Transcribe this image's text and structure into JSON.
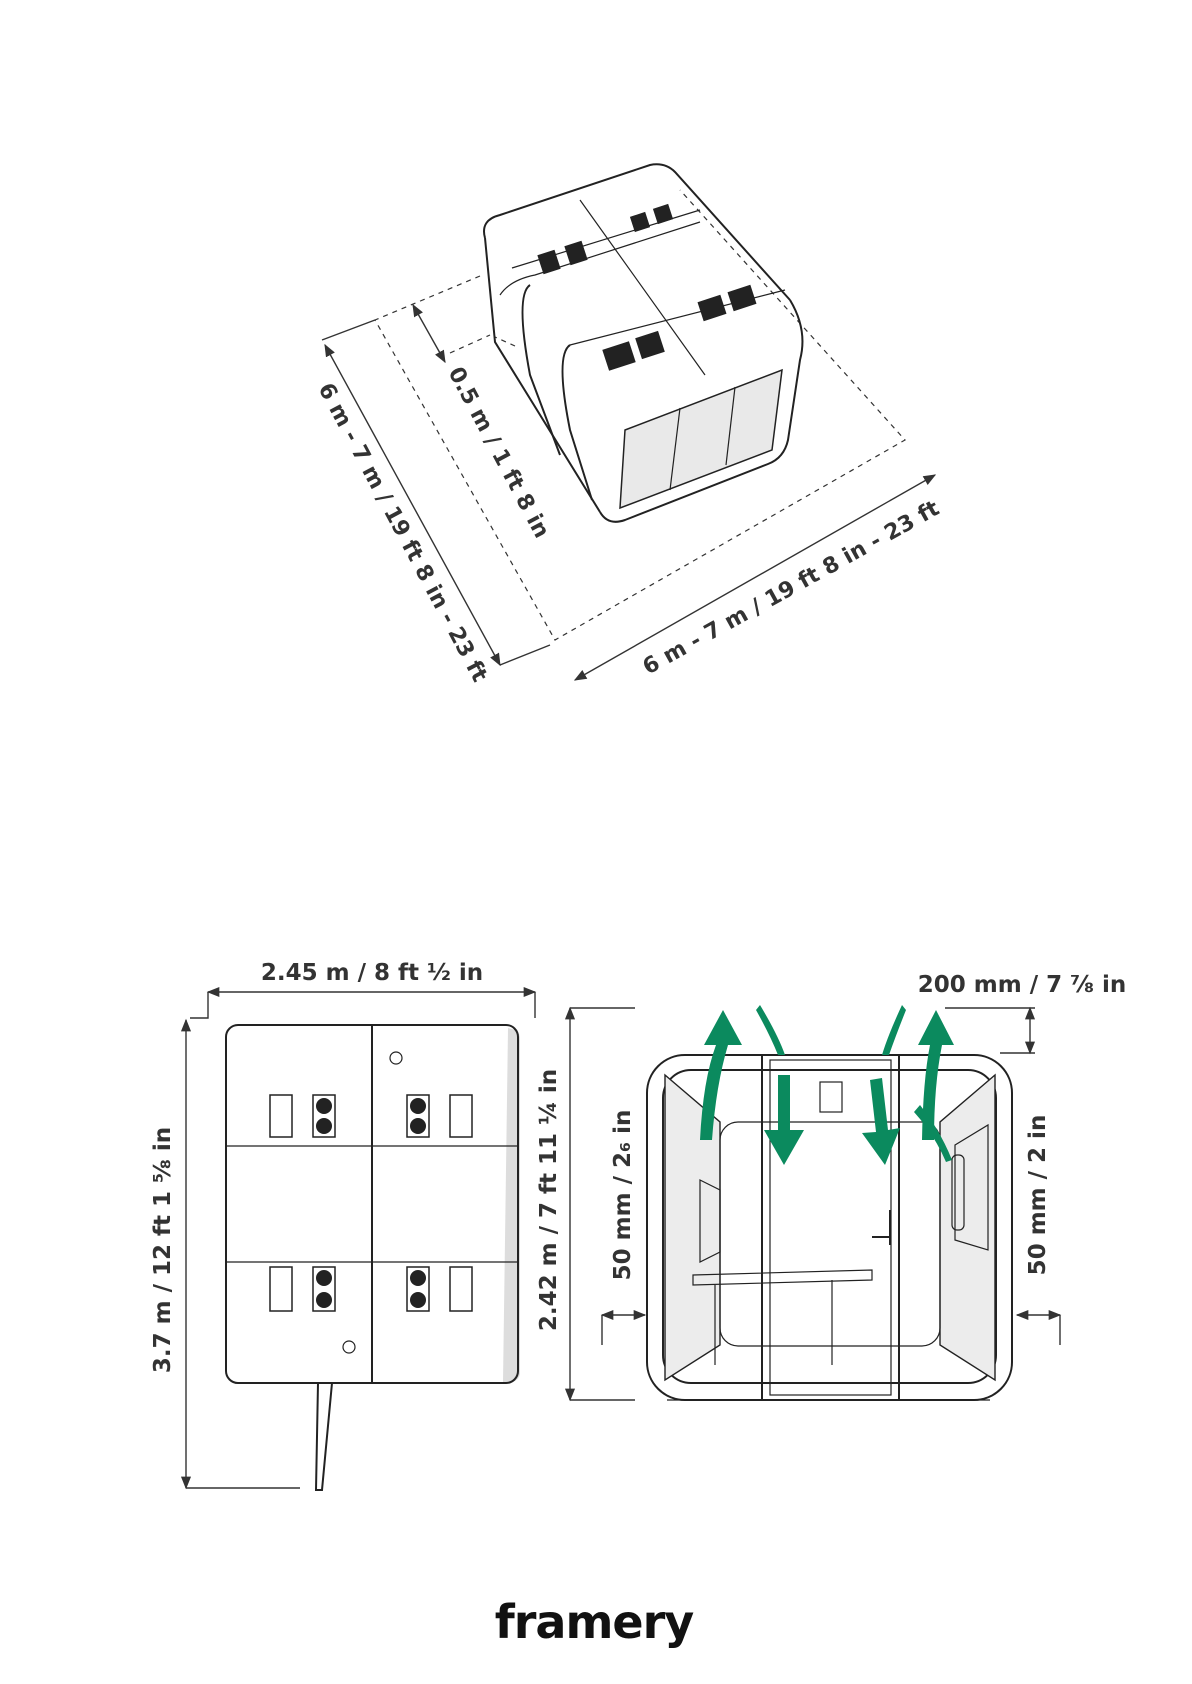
{
  "top_view_iso": {
    "depth_dim": "6 m - 7 m / 19 ft 8 in - 23 ft",
    "clearance_dim": "0.5 m / 1 ft 8 in",
    "width_dim": "6 m - 7 m / 19 ft 8 in - 23 ft"
  },
  "plan_view": {
    "width_dim": "2.45 m / 8 ft ½ in",
    "depth_dim": "3.7 m / 12 ft 1 ⅝ in"
  },
  "front_view": {
    "height_dim": "2.42 m / 7 ft 11 ¼ in",
    "top_clearance_dim": "200 mm / 7 ⅞ in",
    "left_side_dim": "50 mm / 2₆ in",
    "right_side_dim": "50 mm / 2 in"
  },
  "brand": "framery",
  "colors": {
    "airflow": "#0b8a5e",
    "line": "#222222",
    "panel": "#e9e9e9"
  }
}
